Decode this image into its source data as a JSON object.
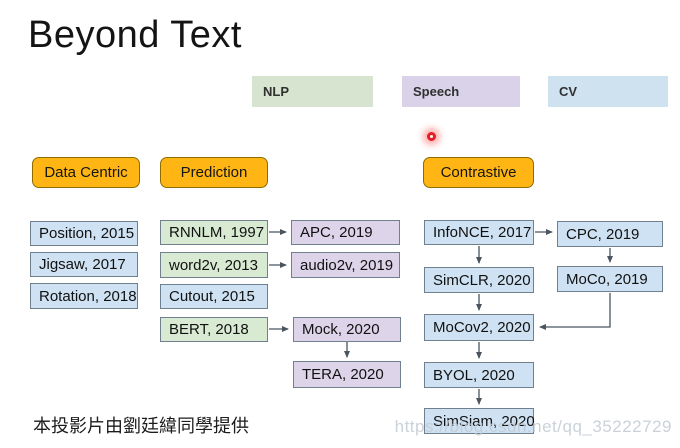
{
  "slide": {
    "title": "Beyond Text",
    "credit": "本投影片由劉廷緯同學提供",
    "watermark": "https://blog.csdn.net/qq_35222729"
  },
  "domains": [
    {
      "label": "NLP",
      "color": "#d6e4d0"
    },
    {
      "label": "Speech",
      "color": "#d9d2e9"
    },
    {
      "label": "CV",
      "color": "#cfe2f0"
    }
  ],
  "approaches": [
    {
      "label": "Data Centric"
    },
    {
      "label": "Prediction"
    },
    {
      "label": "Contrastive"
    }
  ],
  "nodes": {
    "data_centric": [
      {
        "label": "Position, 2015",
        "domain": "cv"
      },
      {
        "label": "Jigsaw, 2017",
        "domain": "cv"
      },
      {
        "label": "Rotation, 2018",
        "domain": "cv"
      }
    ],
    "prediction": [
      {
        "label": "RNNLM, 1997",
        "domain": "nlp"
      },
      {
        "label": "word2v, 2013",
        "domain": "nlp"
      },
      {
        "label": "Cutout, 2015",
        "domain": "cv"
      },
      {
        "label": "BERT, 2018",
        "domain": "nlp"
      }
    ],
    "prediction_speech": [
      {
        "label": "APC, 2019",
        "domain": "speech"
      },
      {
        "label": "audio2v, 2019",
        "domain": "speech"
      },
      {
        "label": "Mock, 2020",
        "domain": "speech"
      },
      {
        "label": "TERA, 2020",
        "domain": "speech"
      }
    ],
    "contrastive": [
      {
        "label": "InfoNCE, 2017",
        "domain": "cv"
      },
      {
        "label": "SimCLR, 2020",
        "domain": "cv"
      },
      {
        "label": "MoCov2, 2020",
        "domain": "cv"
      },
      {
        "label": "BYOL, 2020",
        "domain": "cv"
      },
      {
        "label": "SimSiam, 2020",
        "domain": "cv"
      }
    ],
    "contrastive_right": [
      {
        "label": "CPC, 2019",
        "domain": "cv"
      },
      {
        "label": "MoCo, 2019",
        "domain": "cv"
      }
    ]
  },
  "edges": [
    {
      "from": "RNNLM, 1997",
      "to": "APC, 2019"
    },
    {
      "from": "word2v, 2013",
      "to": "audio2v, 2019"
    },
    {
      "from": "BERT, 2018",
      "to": "Mock, 2020"
    },
    {
      "from": "Mock, 2020",
      "to": "TERA, 2020"
    },
    {
      "from": "InfoNCE, 2017",
      "to": "CPC, 2019"
    },
    {
      "from": "InfoNCE, 2017",
      "to": "SimCLR, 2020"
    },
    {
      "from": "SimCLR, 2020",
      "to": "MoCov2, 2020"
    },
    {
      "from": "MoCov2, 2020",
      "to": "BYOL, 2020"
    },
    {
      "from": "BYOL, 2020",
      "to": "SimSiam, 2020"
    },
    {
      "from": "CPC, 2019",
      "to": "MoCo, 2019"
    },
    {
      "from": "MoCo, 2019",
      "to": "MoCov2, 2020"
    }
  ],
  "colors": {
    "nlp_node_fill": "#d9ead3",
    "speech_node_fill": "#ddd4ea",
    "cv_node_fill": "#cfe2f3",
    "node_border": "#70808f",
    "category_fill": "#ffb614",
    "category_border": "#8f6b00",
    "arrow": "#4a5560",
    "laser_pointer": "#e31e25",
    "watermark_gray": "#c2cad3"
  }
}
